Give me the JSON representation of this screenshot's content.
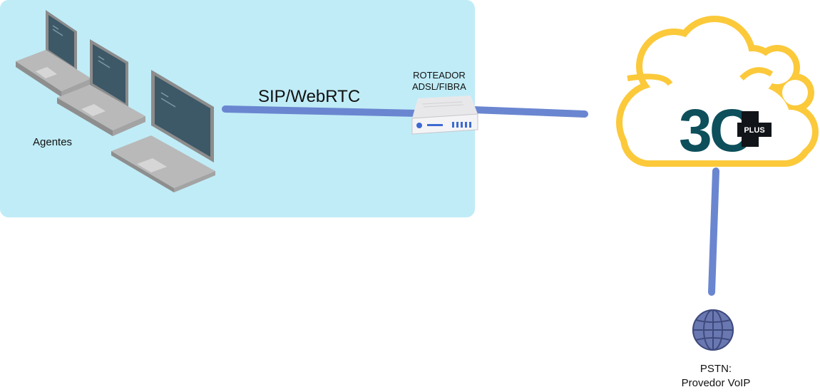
{
  "diagram": {
    "local_network": {
      "label": "Agentes",
      "bg_color": "#c0ecf7"
    },
    "link_label": "SIP/WebRTC",
    "router": {
      "label_line1": "ROTEADOR",
      "label_line2": "ADSL/FIBRA"
    },
    "cloud": {
      "logo_main": "3C",
      "logo_badge": "PLUS",
      "outline_color": "#fbc93a",
      "logo_color": "#0d4f5b"
    },
    "pstn": {
      "label_line1": "PSTN:",
      "label_line2": "Provedor VoIP"
    },
    "colors": {
      "link": "#6a86d0",
      "laptop_screen": "#3d5867",
      "laptop_body": "#b7b7b7",
      "globe": "#6a78b2"
    },
    "icons": [
      "laptop-icon",
      "router-icon",
      "cloud-icon",
      "globe-icon"
    ]
  }
}
